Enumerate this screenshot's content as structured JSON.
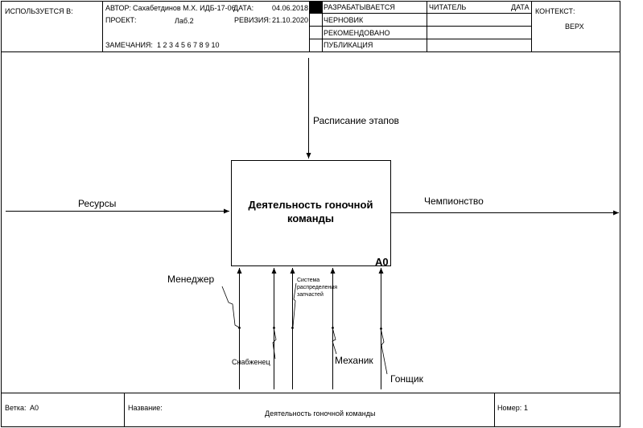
{
  "header": {
    "used_in_label": "ИСПОЛЬЗУЕТСЯ В:",
    "author_label": "АВТОР:",
    "author_value": "Сахабетдинов М.Х. ИДБ-17-06",
    "date_label": "ДАТА:",
    "date_value": "04.06.2018",
    "project_label": "ПРОЕКТ:",
    "project_value": "Лаб.2",
    "revision_label": "РЕВИЗИЯ:",
    "revision_value": "21.10.2020",
    "notes_label": "ЗАМЕЧАНИЯ:",
    "notes_numbers": "1  2  3  4  5  6  7  8  9  10",
    "status_working": "РАЗРАБАТЫВАЕТСЯ",
    "status_draft": "ЧЕРНОВИК",
    "status_recommended": "РЕКОМЕНДОВАНО",
    "status_publication": "ПУБЛИКАЦИЯ",
    "reader_label": "ЧИТАТЕЛЬ",
    "reader_date_label": "ДАТА",
    "context_label": "КОНТЕКСТ:",
    "context_value": "ВЕРХ"
  },
  "diagram": {
    "function_box": {
      "title": "Деятельность гоночной команды",
      "node_id": "А0"
    },
    "arrows": {
      "input": "Ресурсы",
      "output": "Чемпионство",
      "control": "Расписание этапов",
      "mechanism_manager": "Менеджер",
      "mechanism_supplier": "Снабженец",
      "mechanism_system": "Система распределения запчастей",
      "mechanism_mechanic": "Механик",
      "mechanism_racer": "Гонщик"
    }
  },
  "footer": {
    "node_label": "Ветка:",
    "node_value": "А0",
    "title_label": "Название:",
    "title_value": "Деятельность гоночной команды",
    "number_label": "Номер:",
    "number_value": "1"
  }
}
